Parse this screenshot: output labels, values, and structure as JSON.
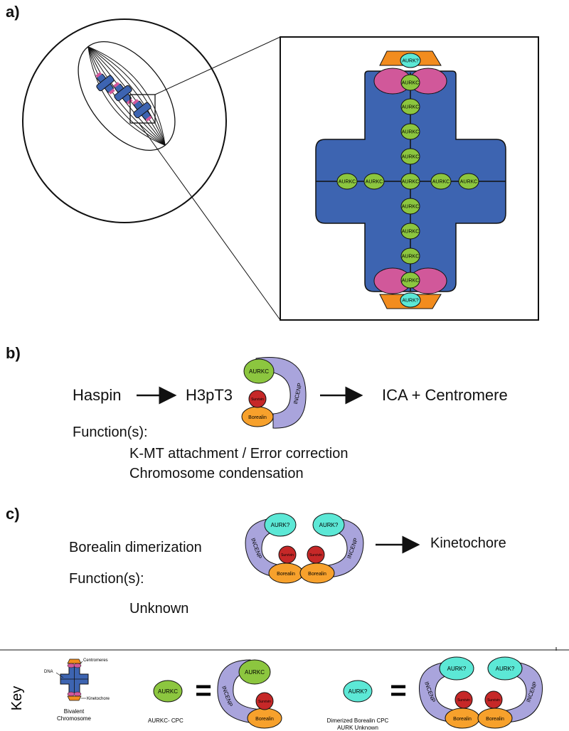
{
  "panel_a": {
    "label": "a)",
    "zoom_top_protein": "AURK?",
    "zoom_bottom_protein": "AURK?",
    "zoom_protein": "AURKC"
  },
  "panel_b": {
    "label": "b)",
    "step1": "Haspin",
    "step2": "H3pT3",
    "step3": "ICA + Centromere",
    "function_heading": "Function(s):",
    "function_line1": "K-MT attachment / Error correction",
    "function_line2": "Chromosome condensation",
    "complex": {
      "kinase": "AURKC",
      "incenp": "INCENP",
      "survivin": "Survivin",
      "borealin": "Borealin"
    }
  },
  "panel_c": {
    "label": "c)",
    "process": "Borealin dimerization",
    "target": "Kinetochore",
    "function_heading": "Function(s):",
    "function_value": "Unknown",
    "complex": {
      "kinase": "AURK?",
      "incenp": "INCENP",
      "survivin": "Survivin",
      "borealin": "Borealin"
    }
  },
  "key": {
    "label": "Key",
    "chromosome_caption_line1": "Bivalent",
    "chromosome_caption_line2": "Chromosome",
    "label_centromeres": "Centromeres",
    "label_dna": "DNA",
    "label_kinetochore": "Kinetochore",
    "aurkc_symbol": "AURKC",
    "aurkc_caption": "AURKC- CPC",
    "equals": "=",
    "aurk_unknown_symbol": "AURK?",
    "dimer_caption_line1": "Dimerized Borealin CPC",
    "dimer_caption_line2": "AURK Unknown",
    "incenp": "INCENP",
    "survivin": "Survivin",
    "borealin": "Borealin"
  },
  "colors": {
    "chromosome_blue": "#3d64b1",
    "aurkc_green": "#8cc63f",
    "aurk_unknown_cyan": "#5ce8d6",
    "incenp_lavender": "#a9a4dc",
    "survivin_red": "#c62828",
    "borealin_orange": "#f7a12c",
    "centromere_pink": "#d1589a",
    "kinetochore_orange": "#f28c1e"
  }
}
